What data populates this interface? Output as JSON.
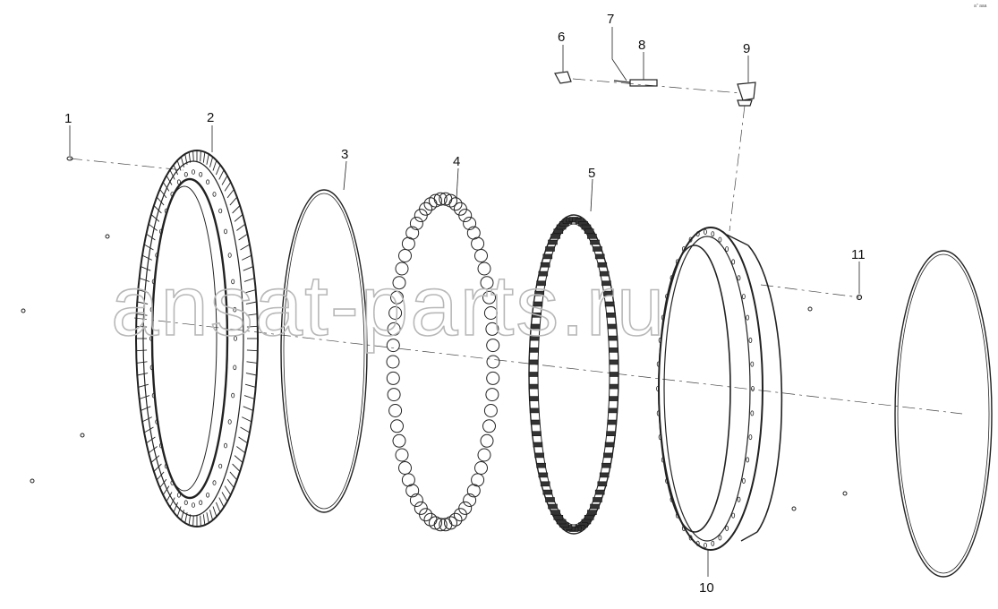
{
  "diagram": {
    "watermark": "ansat-parts.ru",
    "corner_mark": "a’’ aaa",
    "callouts": [
      {
        "id": "1",
        "label": "1"
      },
      {
        "id": "2",
        "label": "2"
      },
      {
        "id": "3",
        "label": "3"
      },
      {
        "id": "4",
        "label": "4"
      },
      {
        "id": "5",
        "label": "5"
      },
      {
        "id": "6",
        "label": "6"
      },
      {
        "id": "7",
        "label": "7"
      },
      {
        "id": "8",
        "label": "8"
      },
      {
        "id": "9",
        "label": "9"
      },
      {
        "id": "10",
        "label": "10"
      },
      {
        "id": "11",
        "label": "11"
      }
    ]
  }
}
